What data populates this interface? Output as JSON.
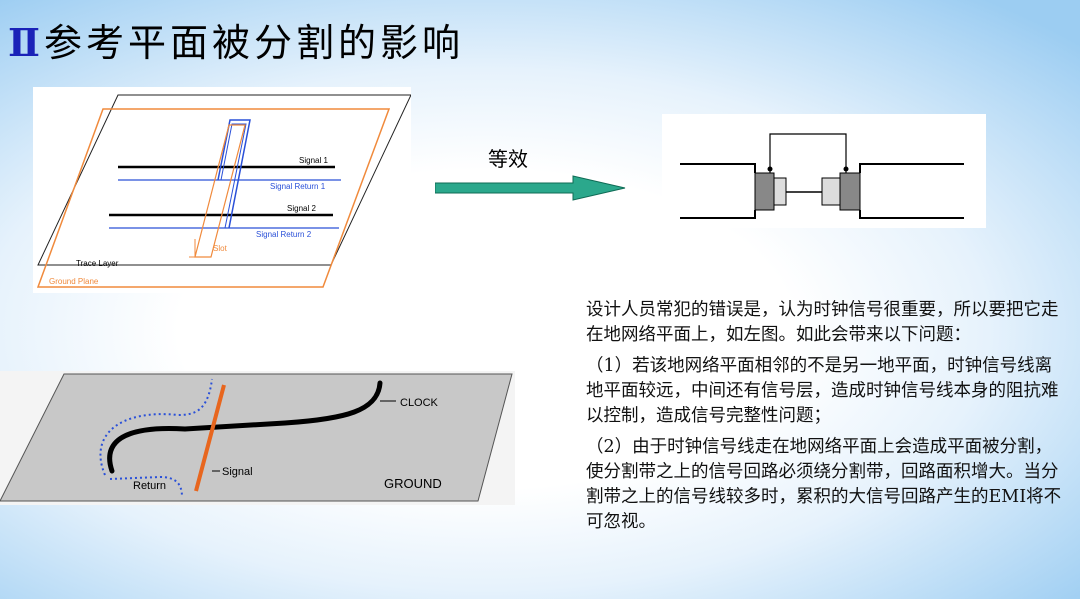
{
  "title": {
    "number": "Ⅱ",
    "text": "参考平面被分割的影响"
  },
  "figure_trace": {
    "signal1": "Signal 1",
    "signal_return1": "Signal Return 1",
    "signal2": "Signal 2",
    "signal_return2": "Signal Return 2",
    "slot": "Slot",
    "trace_layer": "Trace Layer",
    "ground_plane": "Ground Plane"
  },
  "equivalent_label": "等效",
  "figure_clock": {
    "clock": "CLOCK",
    "signal": "Signal",
    "return": "Return",
    "ground": "GROUND"
  },
  "paragraphs": [
    "设计人员常犯的错误是，认为时钟信号很重要，所以要把它走在地网络平面上，如左图。如此会带来以下问题：",
    "（1）若该地网络平面相邻的不是另一地平面，时钟信号线离地平面较远，中间还有信号层，造成时钟信号线本身的阻抗难以控制，造成信号完整性问题；",
    "（2）由于时钟信号线走在地网络平面上会造成平面被分割，使分割带之上的信号回路必须绕分割带，回路面积增大。当分割带之上的信号线较多时，累积的大信号回路产生的EMI将不可忽视。"
  ],
  "colors": {
    "title_number": "#1a22b8",
    "ground_plane_outline": "#f08a3c",
    "return_path": "#2a50d8",
    "arrow_fill": "#2ba88c",
    "orange_trace": "#e8661e"
  }
}
